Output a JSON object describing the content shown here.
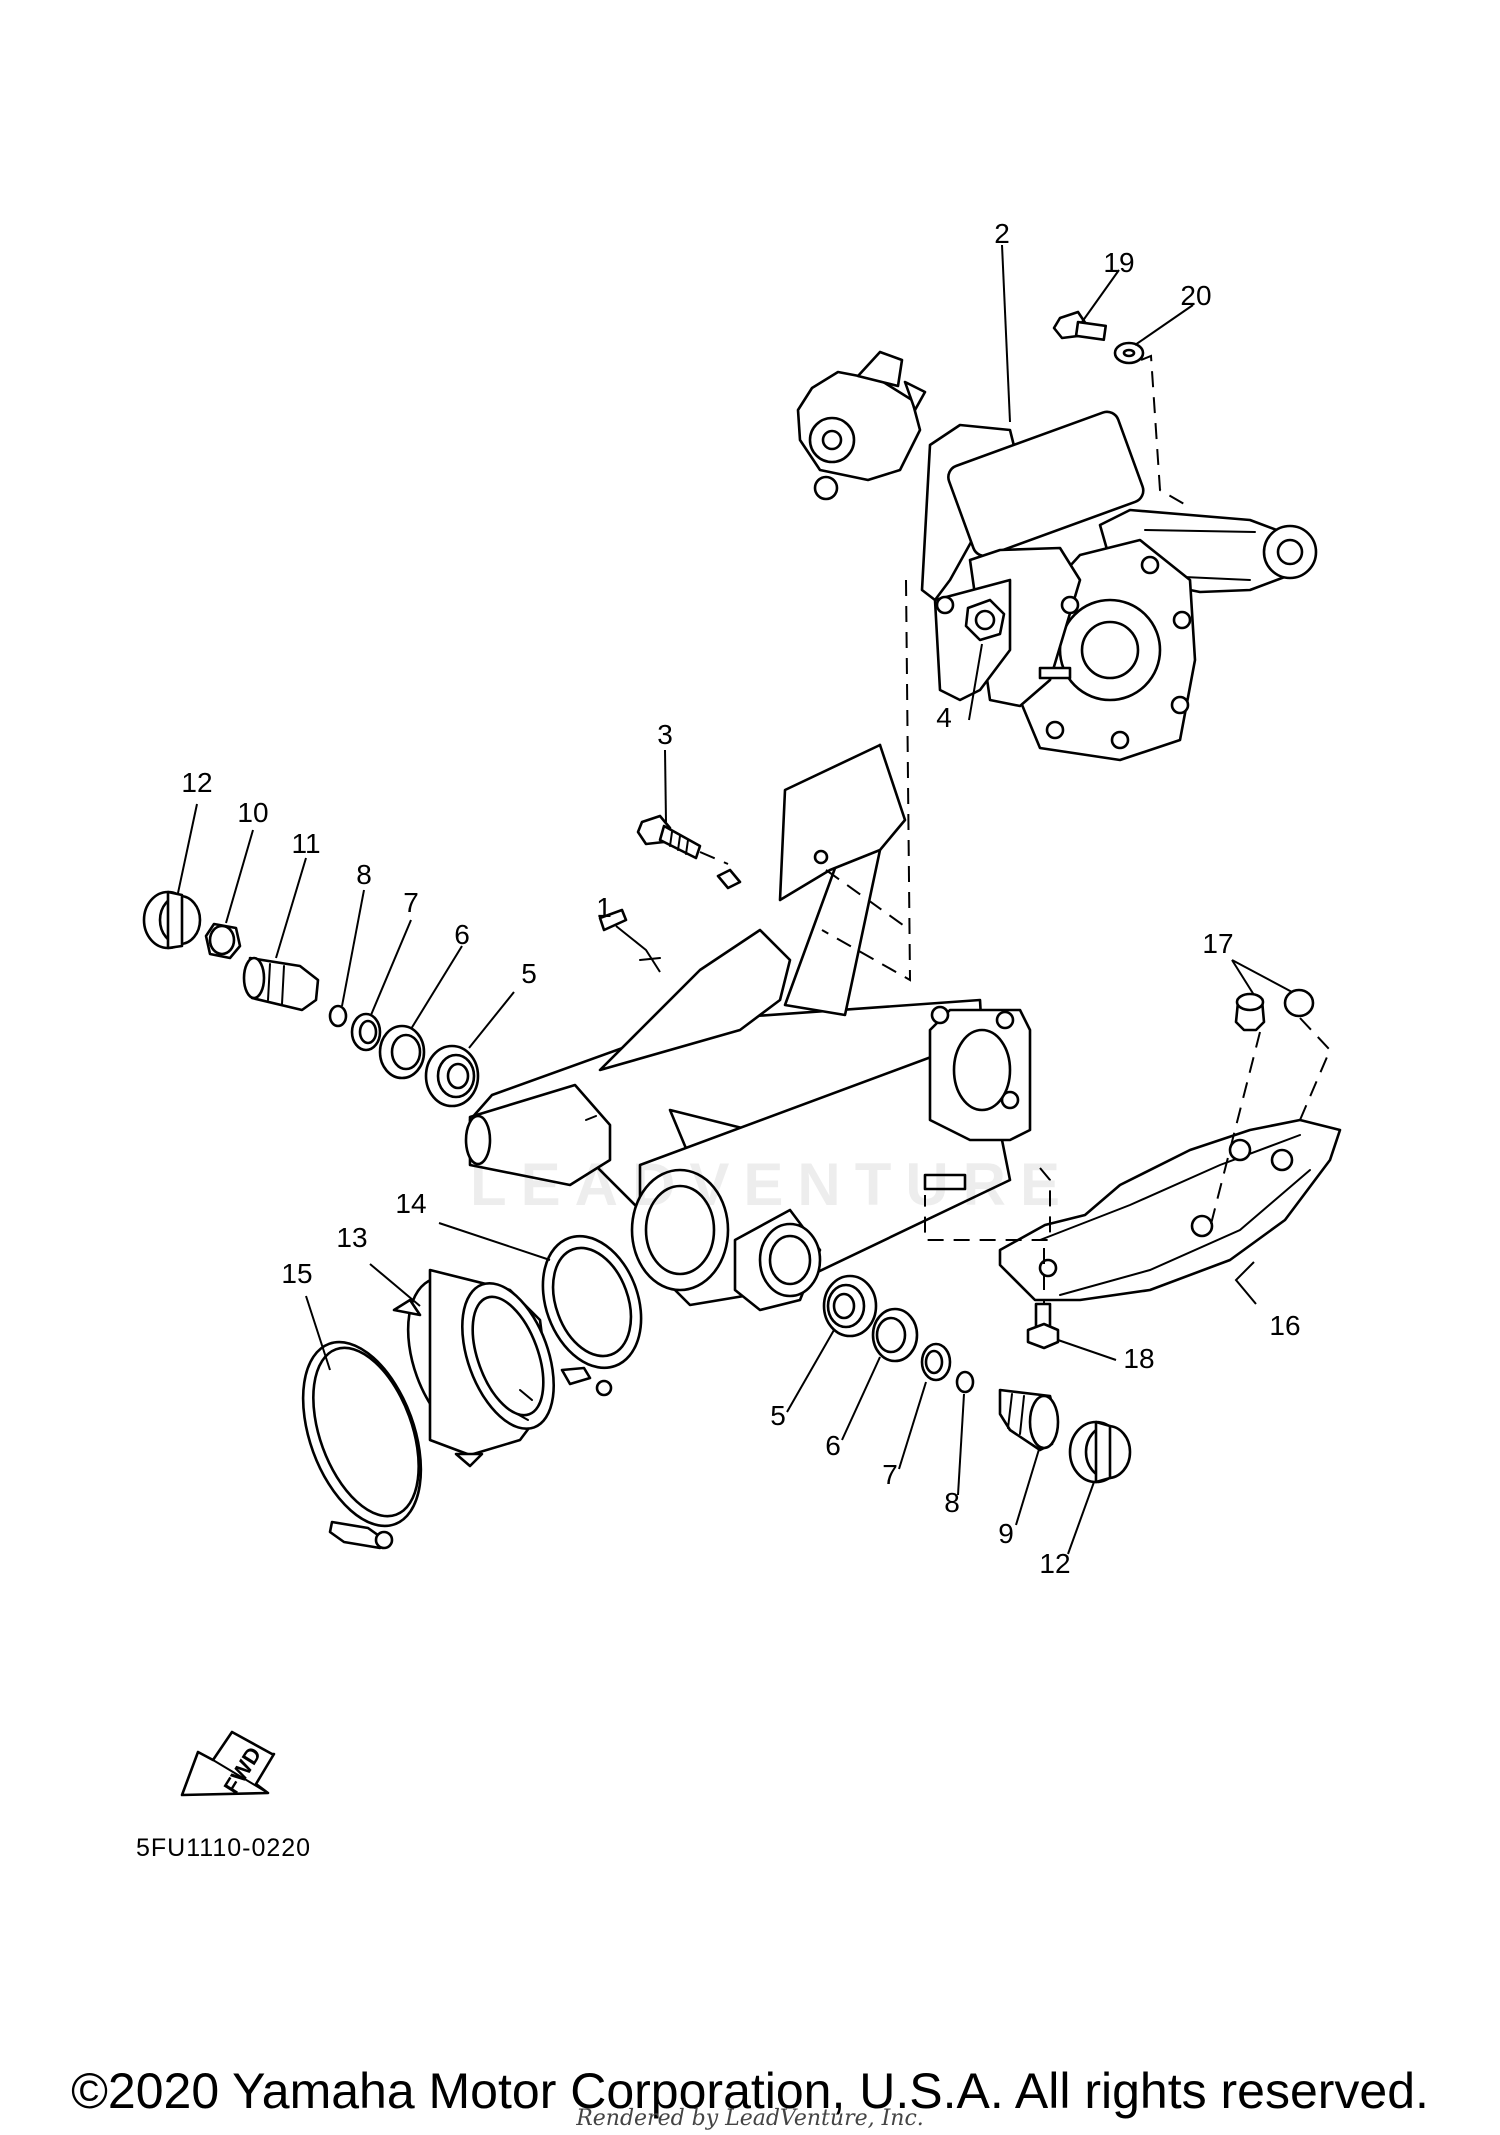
{
  "diagram": {
    "callouts": {
      "c1": "1",
      "c2": "2",
      "c3": "3",
      "c4": "4",
      "c5a": "5",
      "c5b": "5",
      "c6a": "6",
      "c6b": "6",
      "c7a": "7",
      "c7b": "7",
      "c8a": "8",
      "c8b": "8",
      "c9": "9",
      "c10": "10",
      "c11": "11",
      "c12a": "12",
      "c12b": "12",
      "c13": "13",
      "c14": "14",
      "c15": "15",
      "c16": "16",
      "c17": "17",
      "c18": "18",
      "c19": "19",
      "c20": "20"
    },
    "fwd_label": "FWD",
    "diagram_code": "5FU1110-0220",
    "watermark": "LEADVENTURE"
  },
  "footer": {
    "copyright": "©2020 Yamaha Motor Corporation, U.S.A. All rights reserved.",
    "rendered_by": "Rendered by LeadVenture, Inc."
  }
}
